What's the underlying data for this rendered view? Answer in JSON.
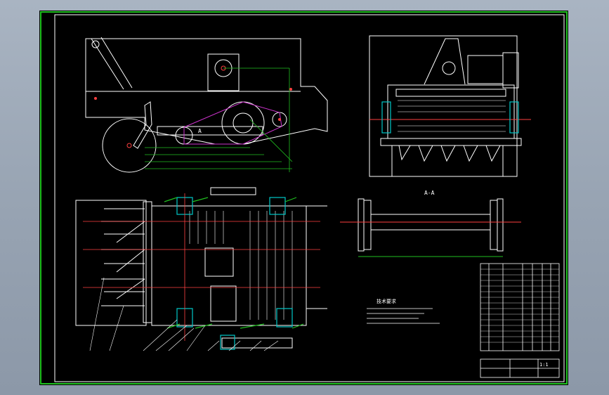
{
  "drawing": {
    "tech_requirements_heading": "技术要求",
    "section_label": "A-A",
    "view_marker_a": "A",
    "scale_label": "1:1"
  }
}
